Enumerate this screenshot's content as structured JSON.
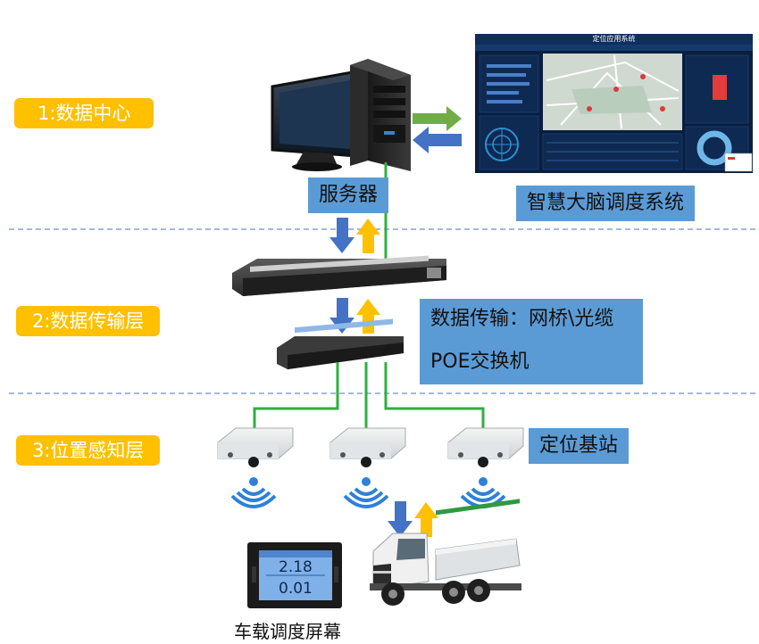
{
  "layers": [
    {
      "label": "1:数据中心"
    },
    {
      "label": "2:数据传输层"
    },
    {
      "label": "3:位置感知层"
    }
  ],
  "labels": {
    "server": "服务器",
    "brain_system": "智慧大脑调度系统",
    "transmission_line1": "数据传输：网桥\\光缆",
    "transmission_line2": "POE交换机",
    "base_station": "定位基站",
    "vehicle_screen": "车载调度屏幕"
  },
  "screen_display": {
    "title": "定位应用系统",
    "value_top": "2.18",
    "value_bottom": "0.01"
  },
  "colors": {
    "layer_badge": "#FFC000",
    "label_box": "#5B9BD5",
    "link_green": "#2EAF3F",
    "arrow_blue": "#4472C4",
    "arrow_yellow": "#FFC000",
    "arrow_green": "#70AD47",
    "separator": "#4472C4"
  }
}
